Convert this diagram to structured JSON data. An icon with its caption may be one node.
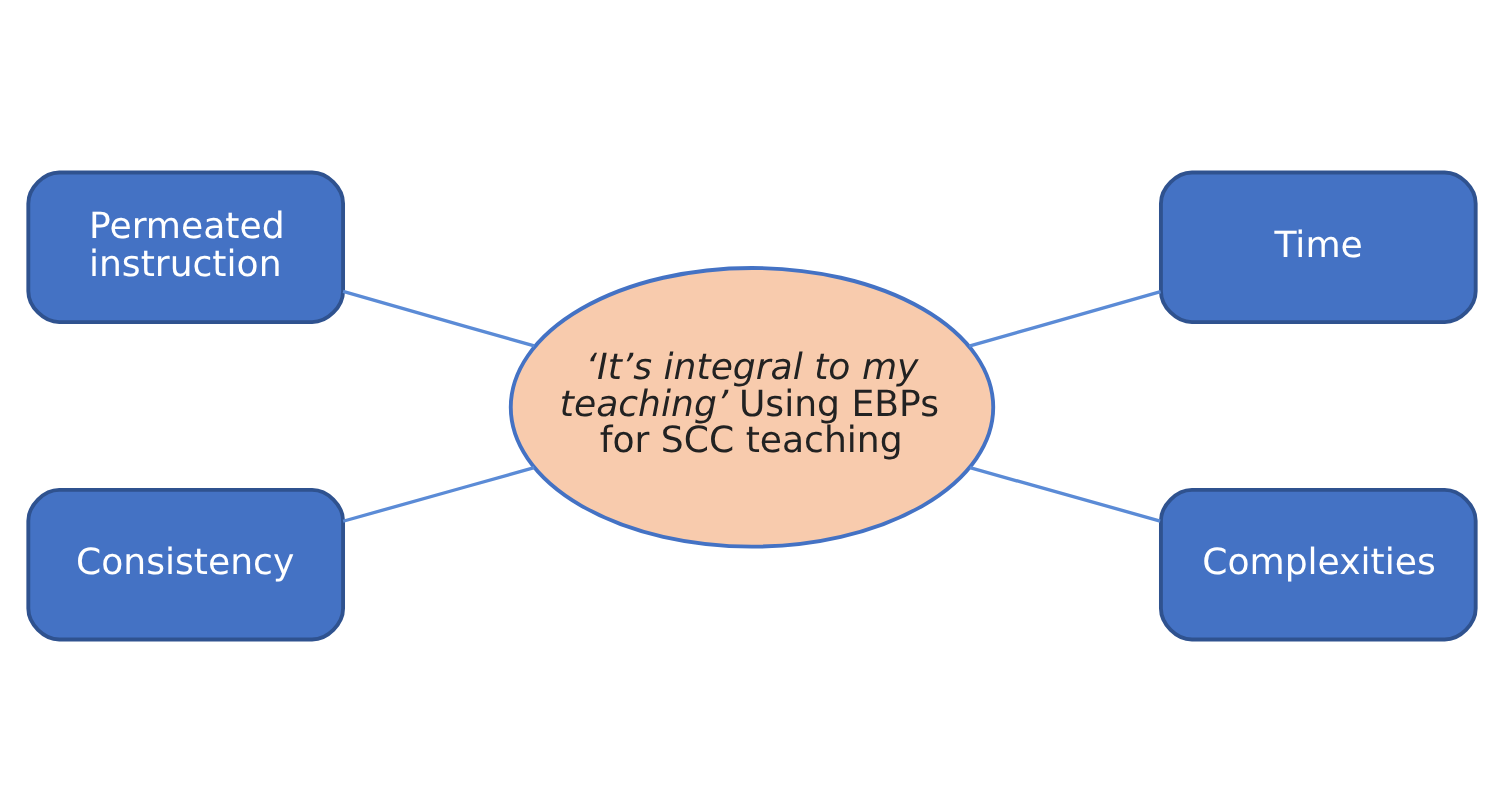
{
  "diagram": {
    "nodes": [
      {
        "text": [
          "Permeated instruction"
        ]
      },
      {
        "text": [
          "Time"
        ]
      },
      {
        "text": [
          "*‘It’s integral to my teaching’* Using EBPs for SCC teaching"
        ]
      },
      {
        "text": [
          "Consistency"
        ]
      },
      {
        "text": [
          "Complexities"
        ]
      }
    ],
    "edges": [
      {
        "from": 2,
        "to": 0,
        "arrow": "none"
      },
      {
        "from": 2,
        "to": 1,
        "arrow": "none"
      },
      {
        "from": 2,
        "to": 3,
        "arrow": "none"
      },
      {
        "from": 2,
        "to": 4,
        "arrow": "none"
      }
    ]
  }
}
